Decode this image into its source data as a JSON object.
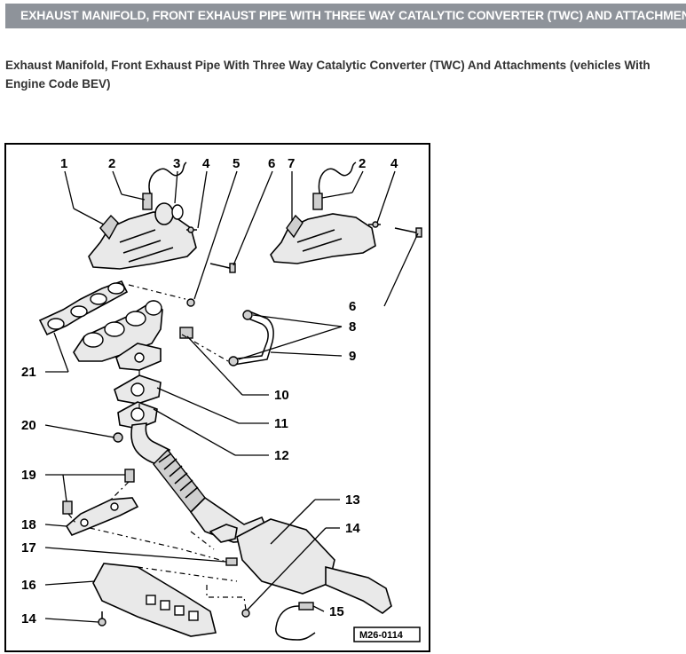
{
  "header": {
    "banner_title": "EXHAUST MANIFOLD, FRONT EXHAUST PIPE WITH THREE WAY CATALYTIC CONVERTER (TWC) AND ATTACHMENTS"
  },
  "section": {
    "subtitle": "Exhaust Manifold, Front Exhaust Pipe With Three Way Catalytic Converter (TWC) And Attachments (vehicles With Engine Code BEV)"
  },
  "figure": {
    "code": "M26-0114",
    "callouts": [
      "1",
      "2",
      "3",
      "4",
      "5",
      "6",
      "7",
      "2",
      "4",
      "6",
      "8",
      "9",
      "21",
      "10",
      "11",
      "12",
      "20",
      "19",
      "18",
      "17",
      "16",
      "14",
      "13",
      "14",
      "15"
    ]
  },
  "colors": {
    "banner_bg": "#8e939a",
    "banner_text": "#ffffff",
    "body_text": "#333333"
  }
}
